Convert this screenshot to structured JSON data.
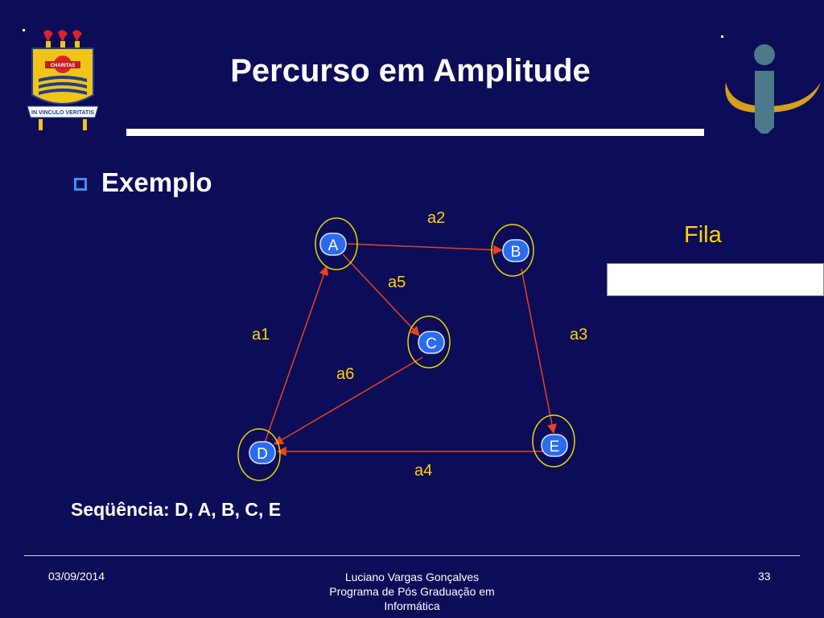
{
  "title": "Percurso em Amplitude",
  "section": {
    "bullet_label": "Exemplo"
  },
  "logo_left": {
    "motto": "IN VINCULO VERITATIS",
    "banner": "CHARITAS"
  },
  "queue": {
    "label": "Fila",
    "contents": ""
  },
  "graph": {
    "nodes": [
      {
        "id": "A",
        "label": "A"
      },
      {
        "id": "B",
        "label": "B"
      },
      {
        "id": "C",
        "label": "C"
      },
      {
        "id": "D",
        "label": "D"
      },
      {
        "id": "E",
        "label": "E"
      }
    ],
    "edges": [
      {
        "label": "a1",
        "from": "D",
        "to": "A"
      },
      {
        "label": "a2",
        "from": "A",
        "to": "B"
      },
      {
        "label": "a3",
        "from": "B",
        "to": "E"
      },
      {
        "label": "a4",
        "from": "E",
        "to": "D"
      },
      {
        "label": "a5",
        "from": "A",
        "to": "C"
      },
      {
        "label": "a6",
        "from": "C",
        "to": "D"
      }
    ]
  },
  "sequence": "Seqüência: D, A, B, C, E",
  "footer": {
    "date": "03/09/2014",
    "author_line1": "Luciano Vargas Gonçalves",
    "author_line2": "Programa de Pós Graduação em",
    "author_line3": "Informática",
    "page": "33"
  },
  "colors": {
    "background": "#0c0c58",
    "node_fill": "#2a6cf0",
    "node_ring": "#e8d800",
    "edge": "#e8431e",
    "edge_label": "#ffd400"
  }
}
